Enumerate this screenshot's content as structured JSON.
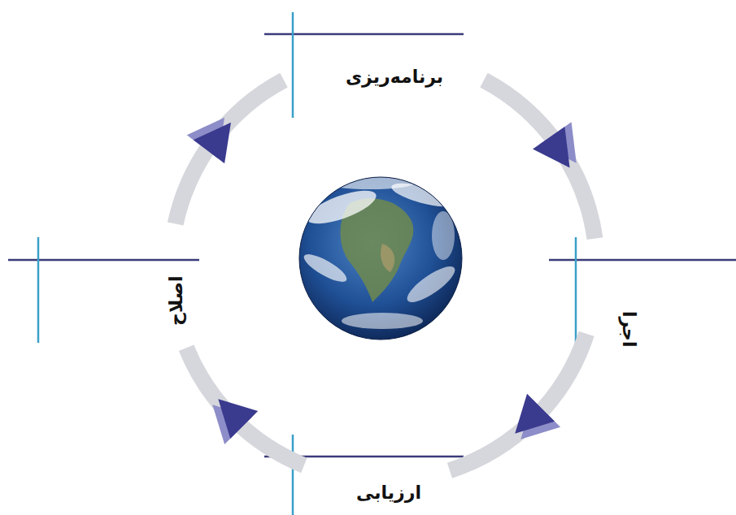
{
  "diagram": {
    "nodes": [
      {
        "text": [
          "برنامه‌ریزی"
        ]
      },
      {
        "text": [
          "اجرا"
        ]
      },
      {
        "text": [
          "ارزیابی"
        ]
      },
      {
        "text": [
          "اصلاح"
        ]
      }
    ],
    "edges": [
      {
        "from": 0,
        "to": 1,
        "arrow": "to"
      },
      {
        "from": 1,
        "to": 2,
        "arrow": "to"
      },
      {
        "from": 2,
        "to": 3,
        "arrow": "to"
      },
      {
        "from": 3,
        "to": 0,
        "arrow": "to"
      }
    ]
  }
}
